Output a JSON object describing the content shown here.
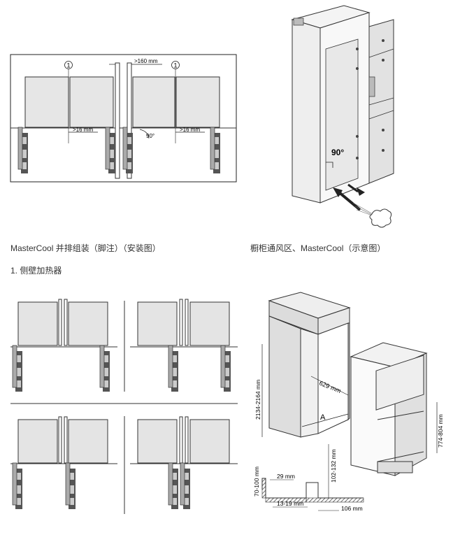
{
  "captions": {
    "left": "MasterCool 并排组装（脚注）（安装图）",
    "right": "橱柜通风区、MasterCool（示意图）",
    "footnote": "1. 侧壁加热器"
  },
  "fig1": {
    "callout_1a": "1",
    "callout_1b": "1",
    "dim_gap_top": ">160 mm",
    "dim_left": ">16 mm",
    "dim_right": ">16 mm",
    "angle": "90°"
  },
  "fig2": {
    "angle": "90°"
  },
  "fig4": {
    "dim_height": "2134-2164 mm",
    "dim_depth": "629 mm",
    "label_a": "A",
    "dim_unit_height": "774-804 mm",
    "dim_70_100": "70-100 mm",
    "dim_29": "29 mm",
    "dim_102_132": "102-132 mm",
    "dim_13_19": "13-19 mm",
    "dim_106": "106 mm"
  }
}
